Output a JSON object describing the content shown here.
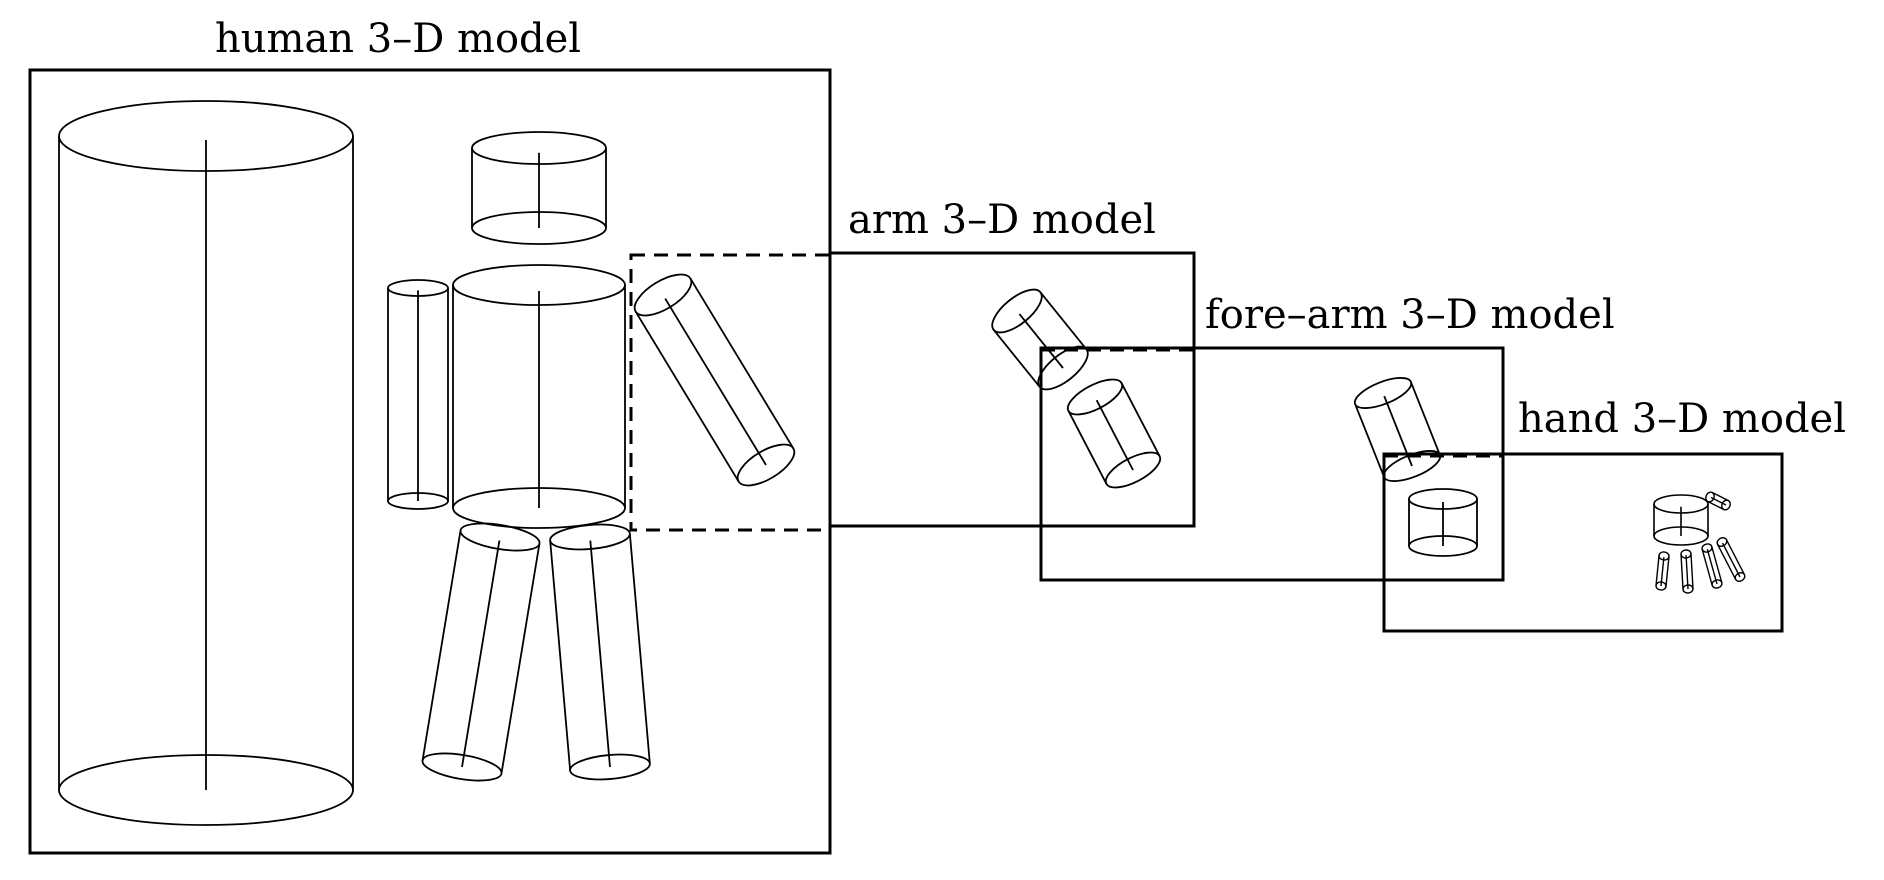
{
  "labels": {
    "human": "human  3–D  model",
    "arm": "arm 3–D model",
    "forearm": "fore–arm 3–D model",
    "hand": "hand 3–D model"
  },
  "colors": {
    "stroke": "#000000",
    "background": "#ffffff"
  }
}
